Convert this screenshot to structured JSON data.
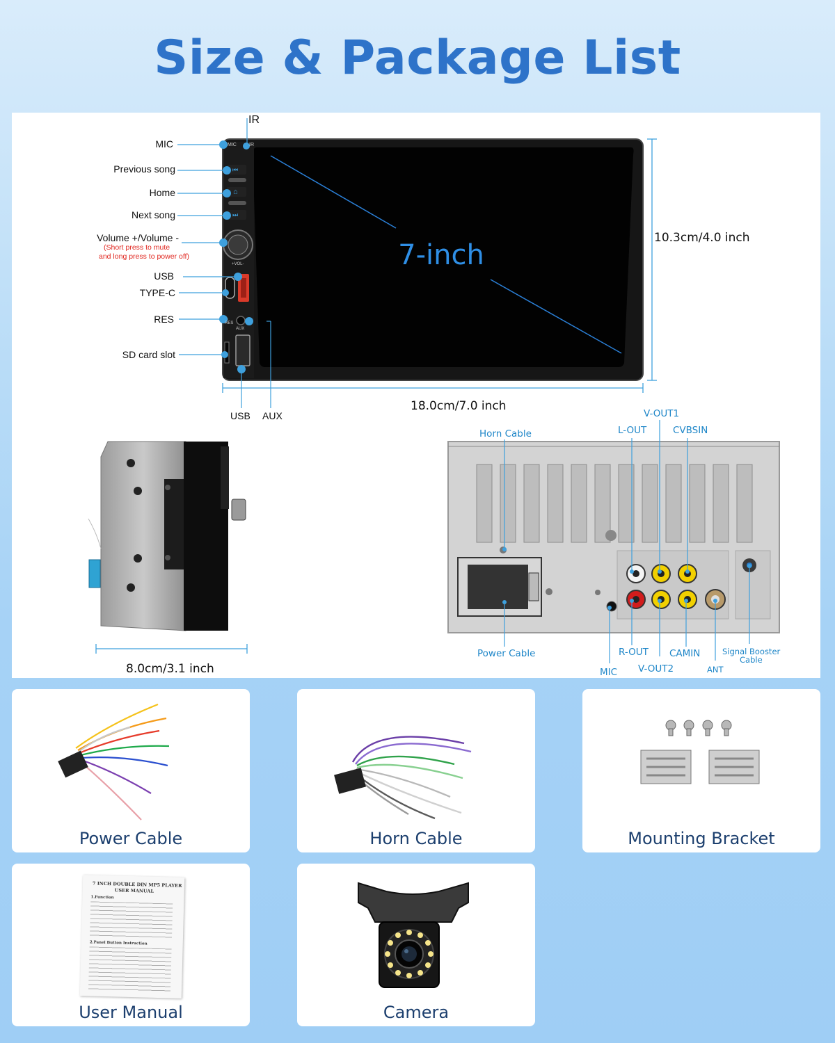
{
  "title": "Size & Package List",
  "front": {
    "screen_size": "7-inch",
    "ir_label": "IR",
    "left_labels": {
      "mic": "MIC",
      "previous_song": "Previous song",
      "home": "Home",
      "next_song": "Next song",
      "volume": "Volume +/Volume -",
      "volume_note_1": "(Short press to mute",
      "volume_note_2": "and long press to power off)",
      "usb": "USB",
      "type_c": "TYPE-C",
      "res": "RES",
      "sd_card": "SD card slot"
    },
    "bottom_labels": {
      "usb": "USB",
      "aux": "AUX"
    },
    "button_texts": {
      "mic": "MIC",
      "ir": "IR",
      "vol": "+VOL-",
      "res": "RES",
      "aux": "AUX"
    },
    "height_dim": "10.3cm/4.0 inch",
    "width_dim": "18.0cm/7.0 inch"
  },
  "side": {
    "depth_dim": "8.0cm/3.1 inch"
  },
  "back": {
    "labels": {
      "horn_cable": "Horn Cable",
      "v_out1": "V-OUT1",
      "l_out": "L-OUT",
      "cvbsin": "CVBSIN",
      "power_cable": "Power Cable",
      "r_out": "R-OUT",
      "camin": "CAMIN",
      "signal_booster_1": "Signal Booster",
      "signal_booster_2": "Cable",
      "mic": "MIC",
      "v_out2": "V-OUT2",
      "ant": "ANT"
    }
  },
  "package": [
    {
      "label": "Power Cable"
    },
    {
      "label": "Horn Cable"
    },
    {
      "label": "Mounting Bracket"
    },
    {
      "label": "User Manual"
    },
    {
      "label": "Camera"
    }
  ],
  "manual": {
    "title_1": "7 INCH DOUBLE DIN MP5 PLAYER",
    "title_2": "USER MANUAL",
    "section_1": "1.Function",
    "section_2": "2.Panel Button Instruction"
  },
  "colors": {
    "title": "#2e73c9",
    "callout": "#1e86c8",
    "note": "#e0261f",
    "card_label": "#1c3f6e"
  }
}
